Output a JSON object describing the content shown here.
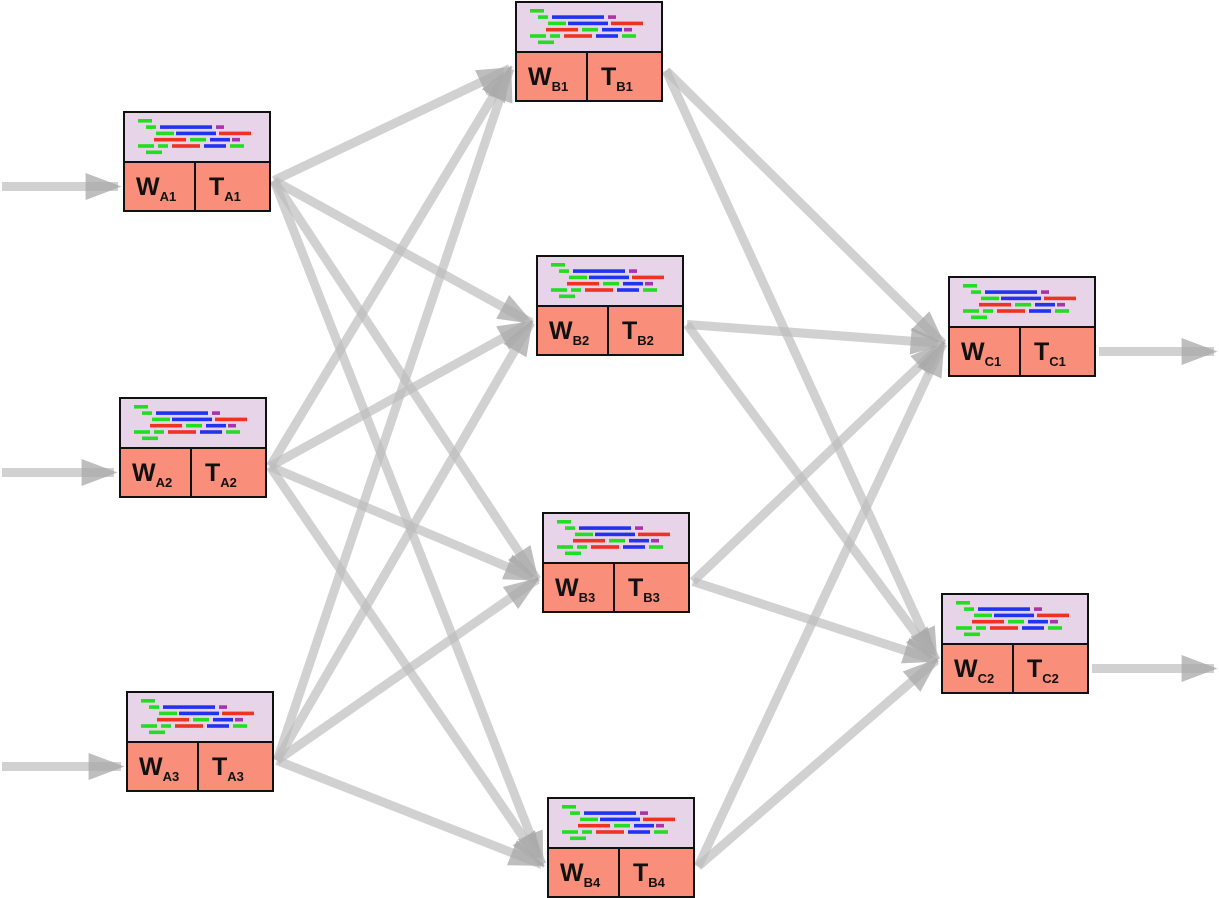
{
  "colors": {
    "header_fill": "#e8d4e8",
    "cell_fill": "#f98f7a",
    "border": "#111111",
    "connector": "#bdbdbd",
    "code_green": "#22dd22",
    "code_blue": "#2233ee",
    "code_red": "#ee3322",
    "code_purple": "#aa33aa"
  },
  "nodes": [
    {
      "id": "A1",
      "layer": "A",
      "w_main": "W",
      "w_sub": "A1",
      "t_main": "T",
      "t_sub": "A1"
    },
    {
      "id": "A2",
      "layer": "A",
      "w_main": "W",
      "w_sub": "A2",
      "t_main": "T",
      "t_sub": "A2"
    },
    {
      "id": "A3",
      "layer": "A",
      "w_main": "W",
      "w_sub": "A3",
      "t_main": "T",
      "t_sub": "A3"
    },
    {
      "id": "B1",
      "layer": "B",
      "w_main": "W",
      "w_sub": "B1",
      "t_main": "T",
      "t_sub": "B1"
    },
    {
      "id": "B2",
      "layer": "B",
      "w_main": "W",
      "w_sub": "B2",
      "t_main": "T",
      "t_sub": "B2"
    },
    {
      "id": "B3",
      "layer": "B",
      "w_main": "W",
      "w_sub": "B3",
      "t_main": "T",
      "t_sub": "B3"
    },
    {
      "id": "B4",
      "layer": "B",
      "w_main": "W",
      "w_sub": "B4",
      "t_main": "T",
      "t_sub": "B4"
    },
    {
      "id": "C1",
      "layer": "C",
      "w_main": "W",
      "w_sub": "C1",
      "t_main": "T",
      "t_sub": "C1"
    },
    {
      "id": "C2",
      "layer": "C",
      "w_main": "W",
      "w_sub": "C2",
      "t_main": "T",
      "t_sub": "C2"
    }
  ],
  "edges": [
    {
      "from": "input",
      "to": "A1"
    },
    {
      "from": "input",
      "to": "A2"
    },
    {
      "from": "input",
      "to": "A3"
    },
    {
      "from": "A1",
      "to": "B1"
    },
    {
      "from": "A1",
      "to": "B2"
    },
    {
      "from": "A1",
      "to": "B3"
    },
    {
      "from": "A1",
      "to": "B4"
    },
    {
      "from": "A2",
      "to": "B1"
    },
    {
      "from": "A2",
      "to": "B2"
    },
    {
      "from": "A2",
      "to": "B3"
    },
    {
      "from": "A2",
      "to": "B4"
    },
    {
      "from": "A3",
      "to": "B1"
    },
    {
      "from": "A3",
      "to": "B2"
    },
    {
      "from": "A3",
      "to": "B3"
    },
    {
      "from": "A3",
      "to": "B4"
    },
    {
      "from": "B1",
      "to": "C1"
    },
    {
      "from": "B1",
      "to": "C2"
    },
    {
      "from": "B2",
      "to": "C1"
    },
    {
      "from": "B2",
      "to": "C2"
    },
    {
      "from": "B3",
      "to": "C1"
    },
    {
      "from": "B3",
      "to": "C2"
    },
    {
      "from": "B4",
      "to": "C1"
    },
    {
      "from": "B4",
      "to": "C2"
    },
    {
      "from": "C1",
      "to": "output"
    },
    {
      "from": "C2",
      "to": "output"
    }
  ]
}
